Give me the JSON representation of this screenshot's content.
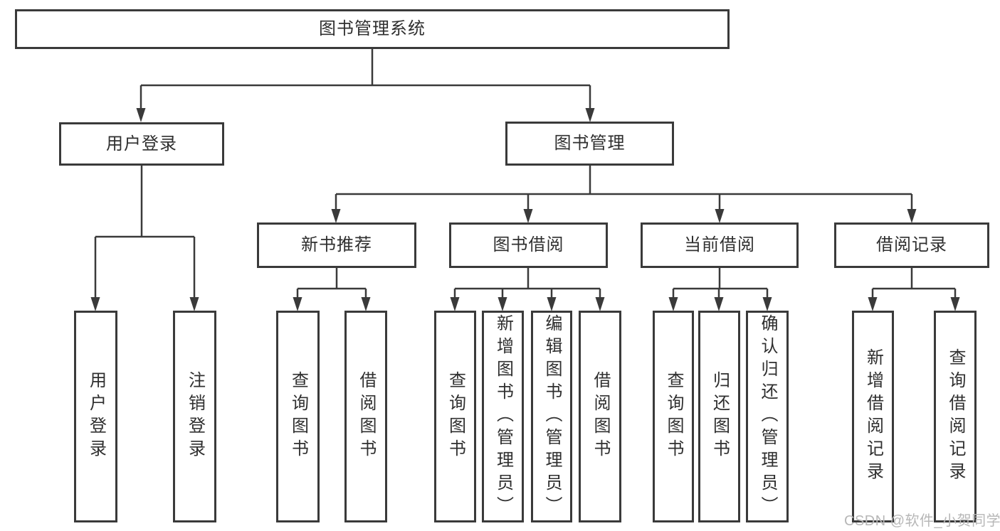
{
  "colors": {
    "line": "#3a3a3a",
    "box_border": "#3a3a3a",
    "text": "#2f2f2f",
    "background": "#ffffff",
    "watermark": "#b7b7b7"
  },
  "watermark": {
    "text": "CSDN @软件_小贺同学"
  },
  "tree": {
    "label": "图书管理系统",
    "children": [
      {
        "label": "用户登录",
        "children": [
          {
            "label": "用户登录"
          },
          {
            "label": "注销登录"
          }
        ]
      },
      {
        "label": "图书管理",
        "children": [
          {
            "label": "新书推荐",
            "children": [
              {
                "label": "查询图书"
              },
              {
                "label": "借阅图书"
              }
            ]
          },
          {
            "label": "图书借阅",
            "children": [
              {
                "label": "查询图书"
              },
              {
                "label": "新增图书（管理员）"
              },
              {
                "label": "编辑图书（管理员）"
              },
              {
                "label": "借阅图书"
              }
            ]
          },
          {
            "label": "当前借阅",
            "children": [
              {
                "label": "查询图书"
              },
              {
                "label": "归还图书"
              },
              {
                "label": "确认归还（管理员）"
              }
            ]
          },
          {
            "label": "借阅记录",
            "children": [
              {
                "label": "新增借阅记录"
              },
              {
                "label": "查询借阅记录"
              }
            ]
          }
        ]
      }
    ]
  }
}
